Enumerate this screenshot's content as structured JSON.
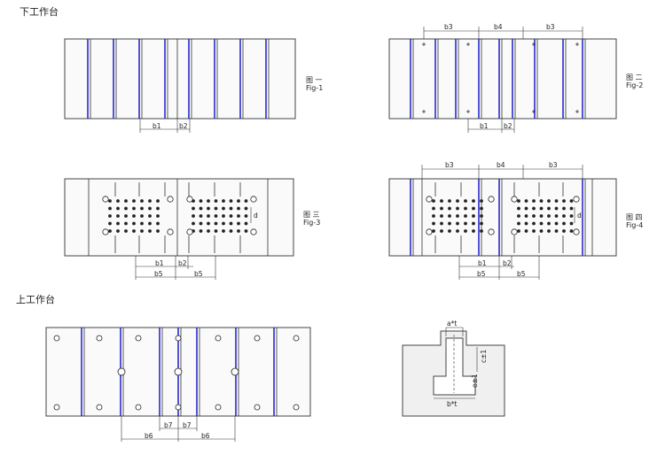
{
  "sections": {
    "lower": "下工作台",
    "upper": "上工作台"
  },
  "figures": {
    "fig1": {
      "cn": "图 一",
      "en": "Fig-1"
    },
    "fig2": {
      "cn": "图 二",
      "en": "Fig-2"
    },
    "fig3": {
      "cn": "图 三",
      "en": "Fig-3"
    },
    "fig4": {
      "cn": "图 四",
      "en": "Fig-4"
    }
  },
  "dims": {
    "b1": "b1",
    "b2": "b2",
    "b3": "b3",
    "b4": "b4",
    "b5": "b5",
    "b6": "b6",
    "b7": "b7",
    "d": "d",
    "a": "a*t",
    "b": "b*t",
    "c": "c±1",
    "e": "e±1"
  },
  "colors": {
    "slot_blue": "#2a2acc",
    "line": "#333333",
    "plate_fill": "#fafafa"
  }
}
